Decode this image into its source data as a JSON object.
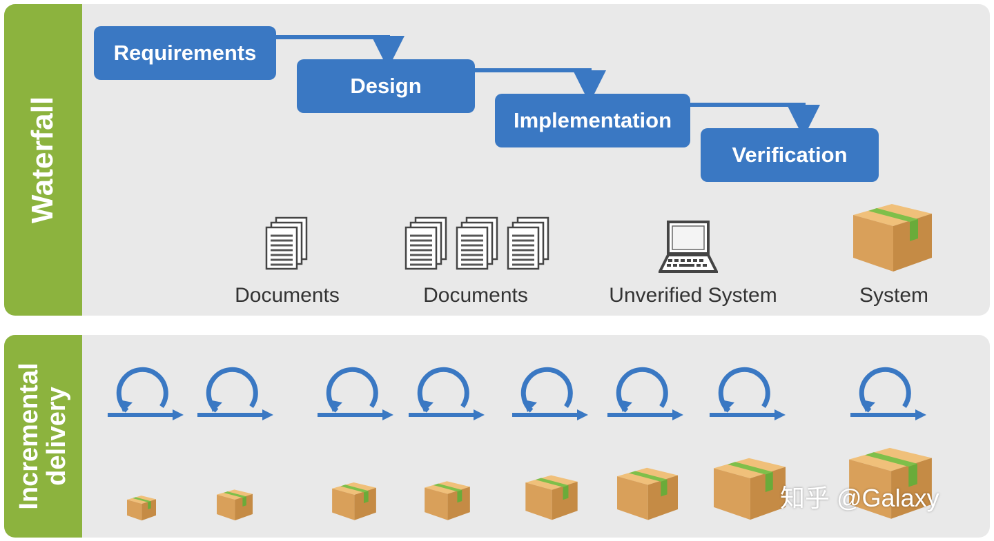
{
  "waterfall": {
    "label": "Waterfall",
    "stages": [
      "Requirements",
      "Design",
      "Implementation",
      "Verification"
    ],
    "artifacts": [
      "Documents",
      "Documents",
      "Unverified System",
      "System"
    ]
  },
  "incremental": {
    "label_line1": "Incremental",
    "label_line2": "delivery"
  },
  "watermark": "知乎 @Galaxy",
  "colors": {
    "stage_blue": "#3a78c3",
    "side_green": "#8cb33e",
    "panel_gray": "#e9e9e9",
    "box_tan": "#d9a05a",
    "tape_green": "#7fbf4a"
  },
  "icons": [
    "documents-stack-icon",
    "laptop-icon",
    "package-box-icon",
    "iteration-loop-icon"
  ]
}
